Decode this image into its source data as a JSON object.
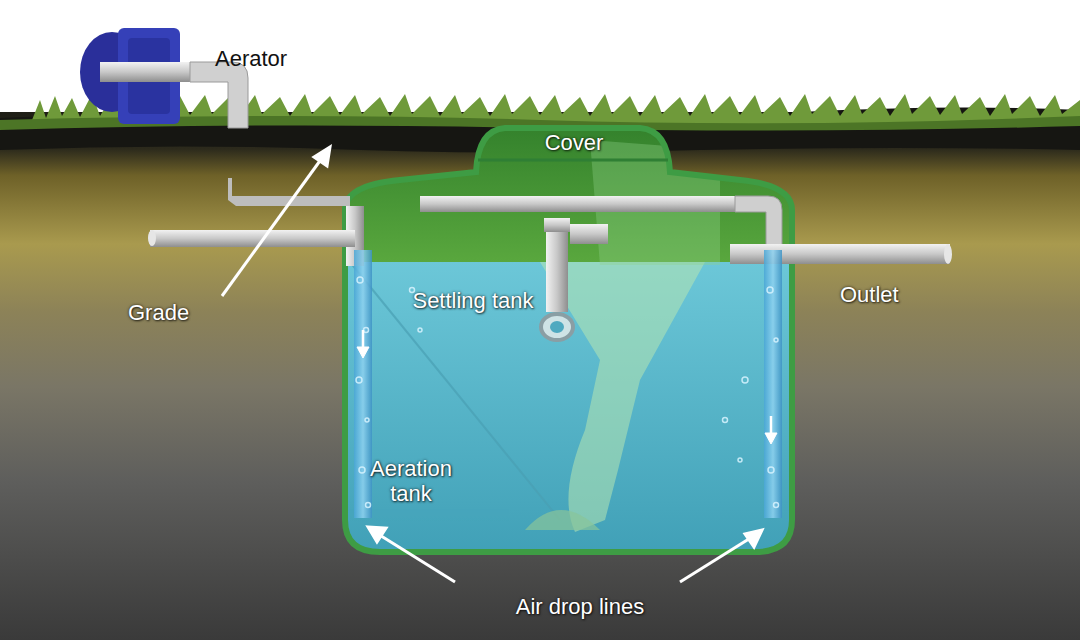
{
  "diagram": {
    "labels": [
      "Aerator",
      "Cover",
      "Settling tank",
      "Grade",
      "Outlet",
      "Aeration tank",
      "Air drop lines"
    ]
  }
}
